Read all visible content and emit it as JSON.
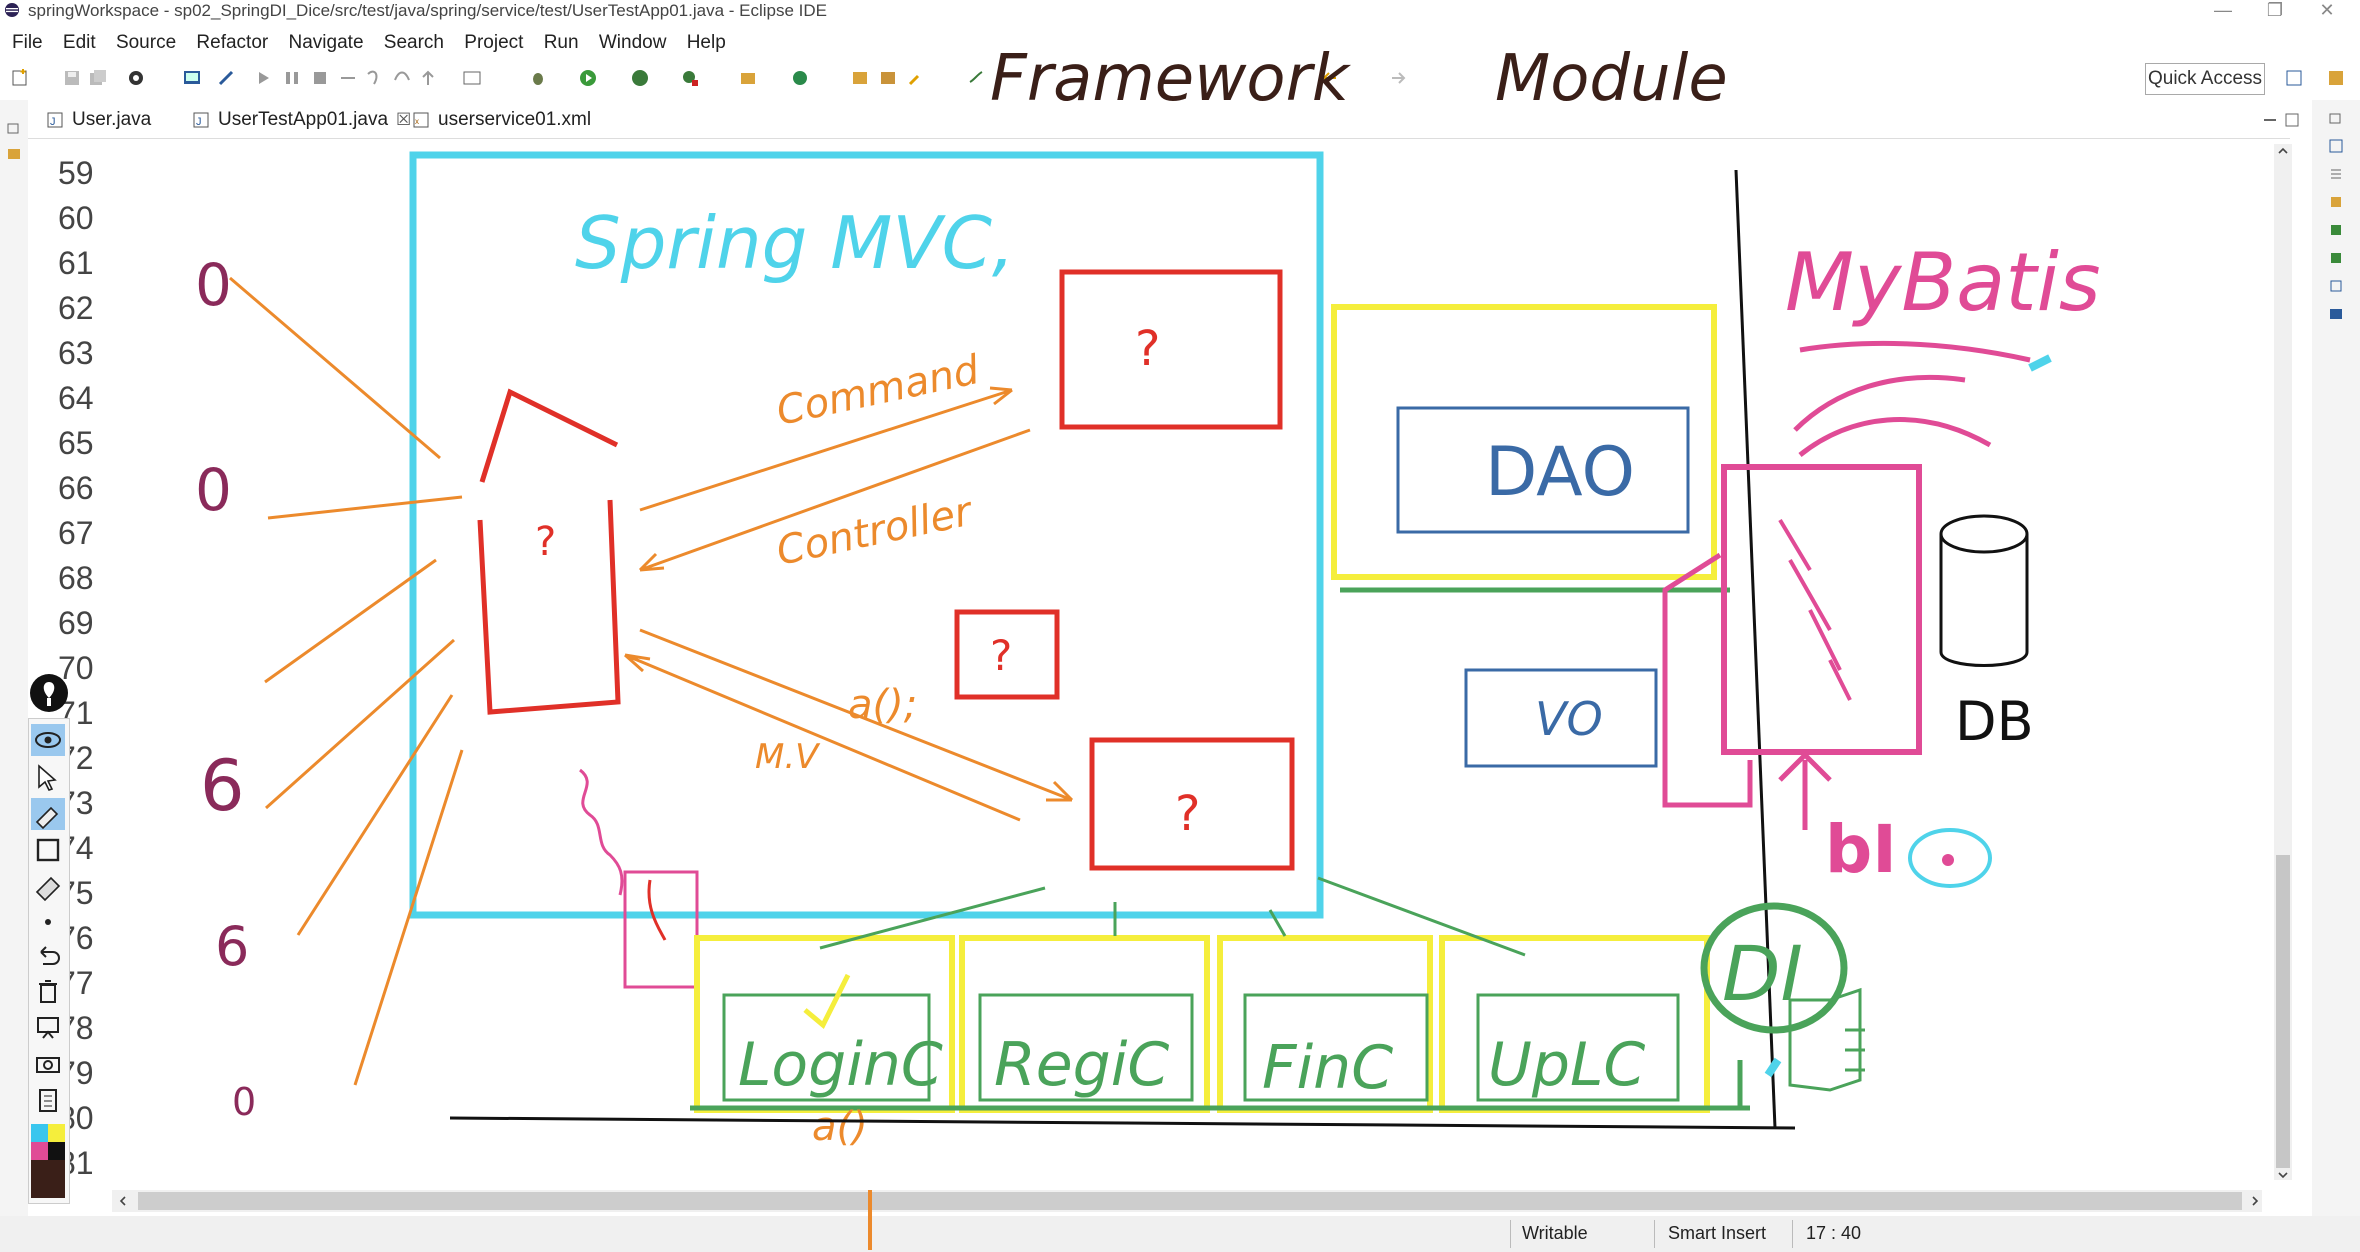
{
  "window": {
    "title": "springWorkspace - sp02_SpringDI_Dice/src/test/java/spring/service/test/UserTestApp01.java - Eclipse IDE"
  },
  "menu": [
    "File",
    "Edit",
    "Source",
    "Refactor",
    "Navigate",
    "Search",
    "Project",
    "Run",
    "Window",
    "Help"
  ],
  "toolbar": {
    "quick_access": "Quick Access"
  },
  "tabs": [
    {
      "label": "User.java",
      "active": false
    },
    {
      "label": "UserTestApp01.java",
      "active": true,
      "close": "☒"
    },
    {
      "label": "userservice01.xml",
      "active": false
    }
  ],
  "editor": {
    "line_numbers": [
      "59",
      "60",
      "61",
      "62",
      "63",
      "64",
      "65",
      "66",
      "67",
      "68",
      "69",
      "70",
      "71",
      "72",
      "73",
      "74",
      "75",
      "76",
      "77",
      "78",
      "79",
      "80",
      "81"
    ]
  },
  "status": {
    "writable": "Writable",
    "insert_mode": "Smart Insert",
    "position": "17 : 40"
  },
  "annotations": {
    "framework": "Framework",
    "module": "Module",
    "spring_mvc": "Spring MVC,",
    "mybatis": "MyBatis",
    "command": "Command",
    "controller": "Controller",
    "ac": "a();",
    "mv": "M.V",
    "question": "?",
    "dao": "DAO",
    "vo": "VO",
    "db": "DB",
    "bi": "bI",
    "di": "DI",
    "loginc": "LoginC",
    "regic": "RegiC",
    "finc": "FinC",
    "uplc": "UpLC",
    "ac_bottom": "a()",
    "zero": "0",
    "six": "6"
  },
  "colors": {
    "cyan": "#4fd3ea",
    "red": "#e03028",
    "orange": "#ec8a2c",
    "yellow": "#f5ee3c",
    "green": "#4aa35a",
    "blue": "#3a6aa6",
    "pink": "#e04b96",
    "purple": "#8a2a5a",
    "brown": "#3a1f18"
  }
}
